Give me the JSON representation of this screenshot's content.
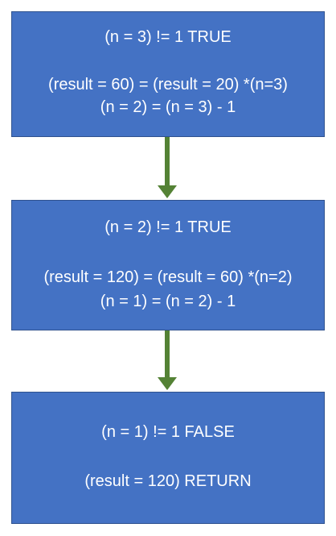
{
  "steps": [
    {
      "condition": "(n = 3) != 1 TRUE",
      "lines": [
        "(result = 60) = (result = 20) *(n=3)",
        "(n = 2) = (n = 3) - 1"
      ]
    },
    {
      "condition": "(n = 2) != 1 TRUE",
      "lines": [
        "(result = 120) = (result = 60) *(n=2)",
        "(n = 1) = (n = 2) - 1"
      ]
    },
    {
      "condition": "(n = 1) != 1 FALSE",
      "lines": [
        "(result = 120) RETURN"
      ]
    }
  ],
  "colors": {
    "box_fill": "#4472c4",
    "box_border": "#2f528f",
    "box_text": "#ffffff",
    "arrow": "#548235"
  }
}
